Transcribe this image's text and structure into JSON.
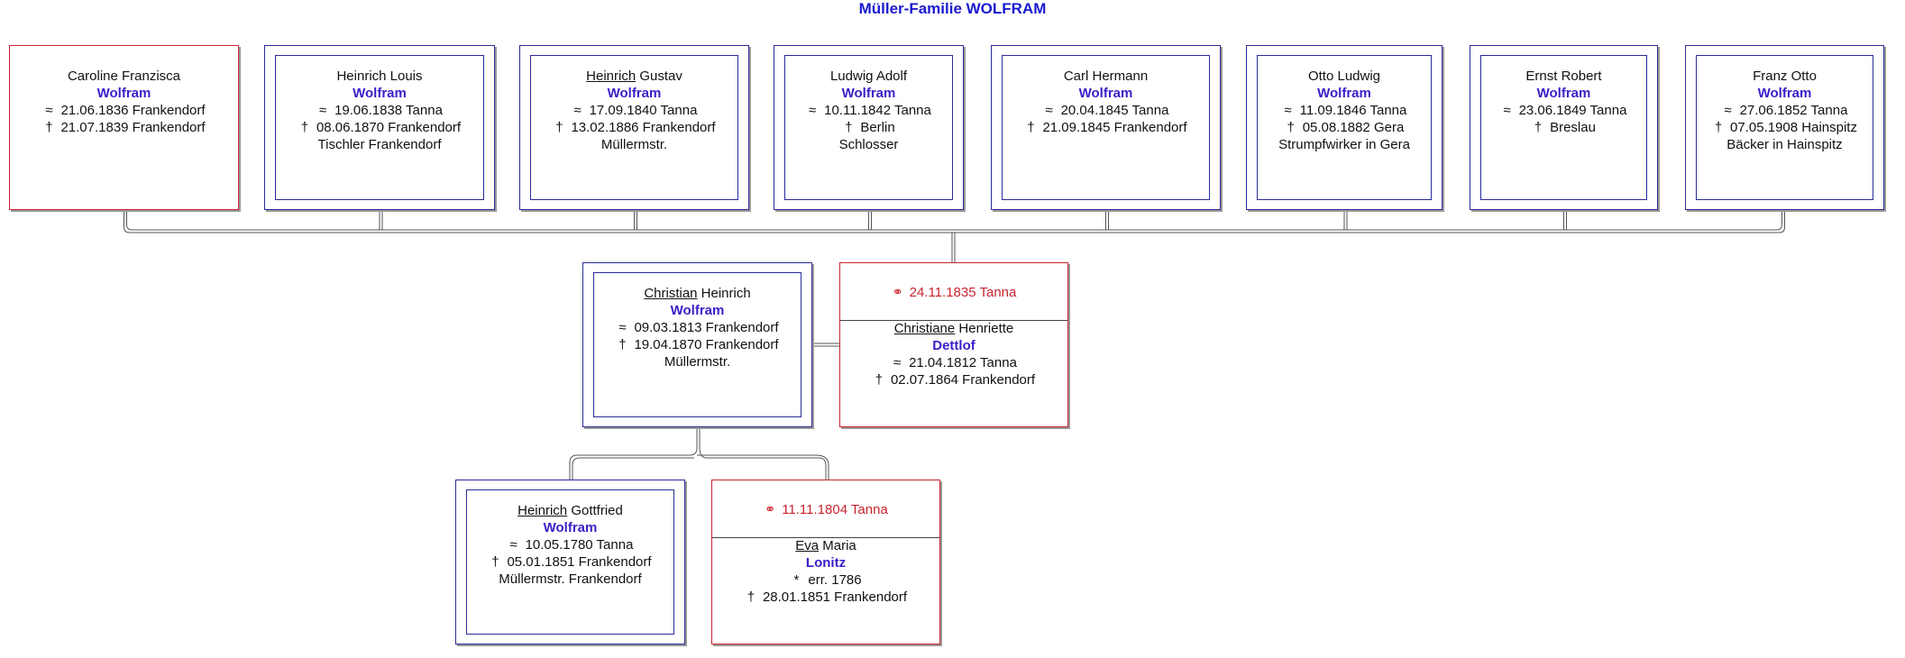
{
  "title": "Müller-Familie WOLFRAM",
  "symbols": {
    "baptism": "≈",
    "death": "†",
    "birth": "*",
    "marriage": "⚭"
  },
  "children": [
    {
      "given_rest": "Caroline Franzisca",
      "surname": "Wolfram",
      "baptism": "21.06.1836 Frankendorf",
      "death": "21.07.1839 Frankendorf",
      "sex": "female"
    },
    {
      "given_rest": "Heinrich Louis",
      "surname": "Wolfram",
      "baptism": "19.06.1838 Tanna",
      "death": "08.06.1870 Frankendorf",
      "note": "Tischler Frankendorf",
      "sex": "male"
    },
    {
      "given_underlined": "Heinrich",
      "given_rest": " Gustav",
      "surname": "Wolfram",
      "baptism": "17.09.1840 Tanna",
      "death": "13.02.1886 Frankendorf",
      "note": "Müllermstr.",
      "sex": "male"
    },
    {
      "given_rest": "Ludwig Adolf",
      "surname": "Wolfram",
      "baptism": "10.11.1842 Tanna",
      "death": "Berlin",
      "note": "Schlosser",
      "sex": "male"
    },
    {
      "given_rest": "Carl Hermann",
      "surname": "Wolfram",
      "baptism": "20.04.1845 Tanna",
      "death": "21.09.1845 Frankendorf",
      "sex": "male"
    },
    {
      "given_rest": "Otto Ludwig",
      "surname": "Wolfram",
      "baptism": "11.09.1846 Tanna",
      "death": "05.08.1882 Gera",
      "note": "Strumpfwirker in Gera",
      "sex": "male"
    },
    {
      "given_rest": "Ernst Robert",
      "surname": "Wolfram",
      "baptism": "23.06.1849 Tanna",
      "death": "Breslau",
      "sex": "male"
    },
    {
      "given_rest": "Franz Otto",
      "surname": "Wolfram",
      "baptism": "27.06.1852 Tanna",
      "death": "07.05.1908 Hainspitz",
      "note": "Bäcker in Hainspitz",
      "sex": "male"
    }
  ],
  "parents": {
    "father": {
      "given_underlined": "Christian",
      "given_rest": " Heinrich",
      "surname": "Wolfram",
      "baptism": "09.03.1813 Frankendorf",
      "death": "19.04.1870 Frankendorf",
      "note": "Müllermstr."
    },
    "marriage": "24.11.1835 Tanna",
    "mother": {
      "given_underlined": "Christiane",
      "given_rest": " Henriette",
      "surname": "Dettlof",
      "baptism": "21.04.1812 Tanna",
      "death": "02.07.1864 Frankendorf"
    }
  },
  "grandparents": {
    "father": {
      "given_underlined": "Heinrich",
      "given_rest": " Gottfried",
      "surname": "Wolfram",
      "baptism": "10.05.1780 Tanna",
      "death": "05.01.1851 Frankendorf",
      "note": "Müllermstr. Frankendorf"
    },
    "marriage": "11.11.1804 Tanna",
    "mother": {
      "given_underlined": "Eva",
      "given_rest": " Maria",
      "surname": "Lonitz",
      "birth": "err. 1786",
      "death": "28.01.1851 Frankendorf"
    }
  }
}
